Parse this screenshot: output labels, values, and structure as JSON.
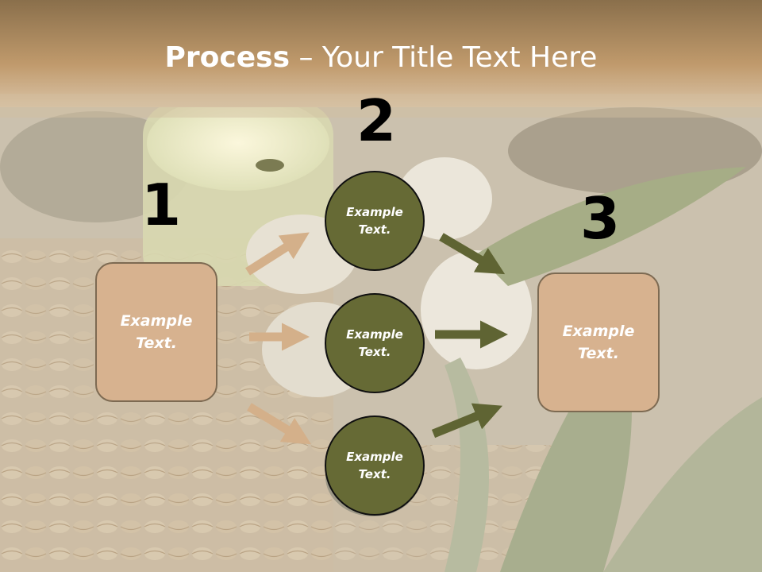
{
  "slide": {
    "title_bold": "Process",
    "title_rest": " – Your Title Text Here"
  },
  "steps": {
    "num1": "1",
    "num2": "2",
    "num3": "3"
  },
  "nodes": {
    "left_box": "Example Text.",
    "circle_top": "Example Text.",
    "circle_middle": "Example Text.",
    "circle_bottom": "Example Text.",
    "right_box": "Example Text."
  },
  "colors": {
    "box_fill": "#d7b28f",
    "circle_fill": "#666a35",
    "arrow_tan": "#d4b08a",
    "arrow_olive": "#5f6433"
  }
}
